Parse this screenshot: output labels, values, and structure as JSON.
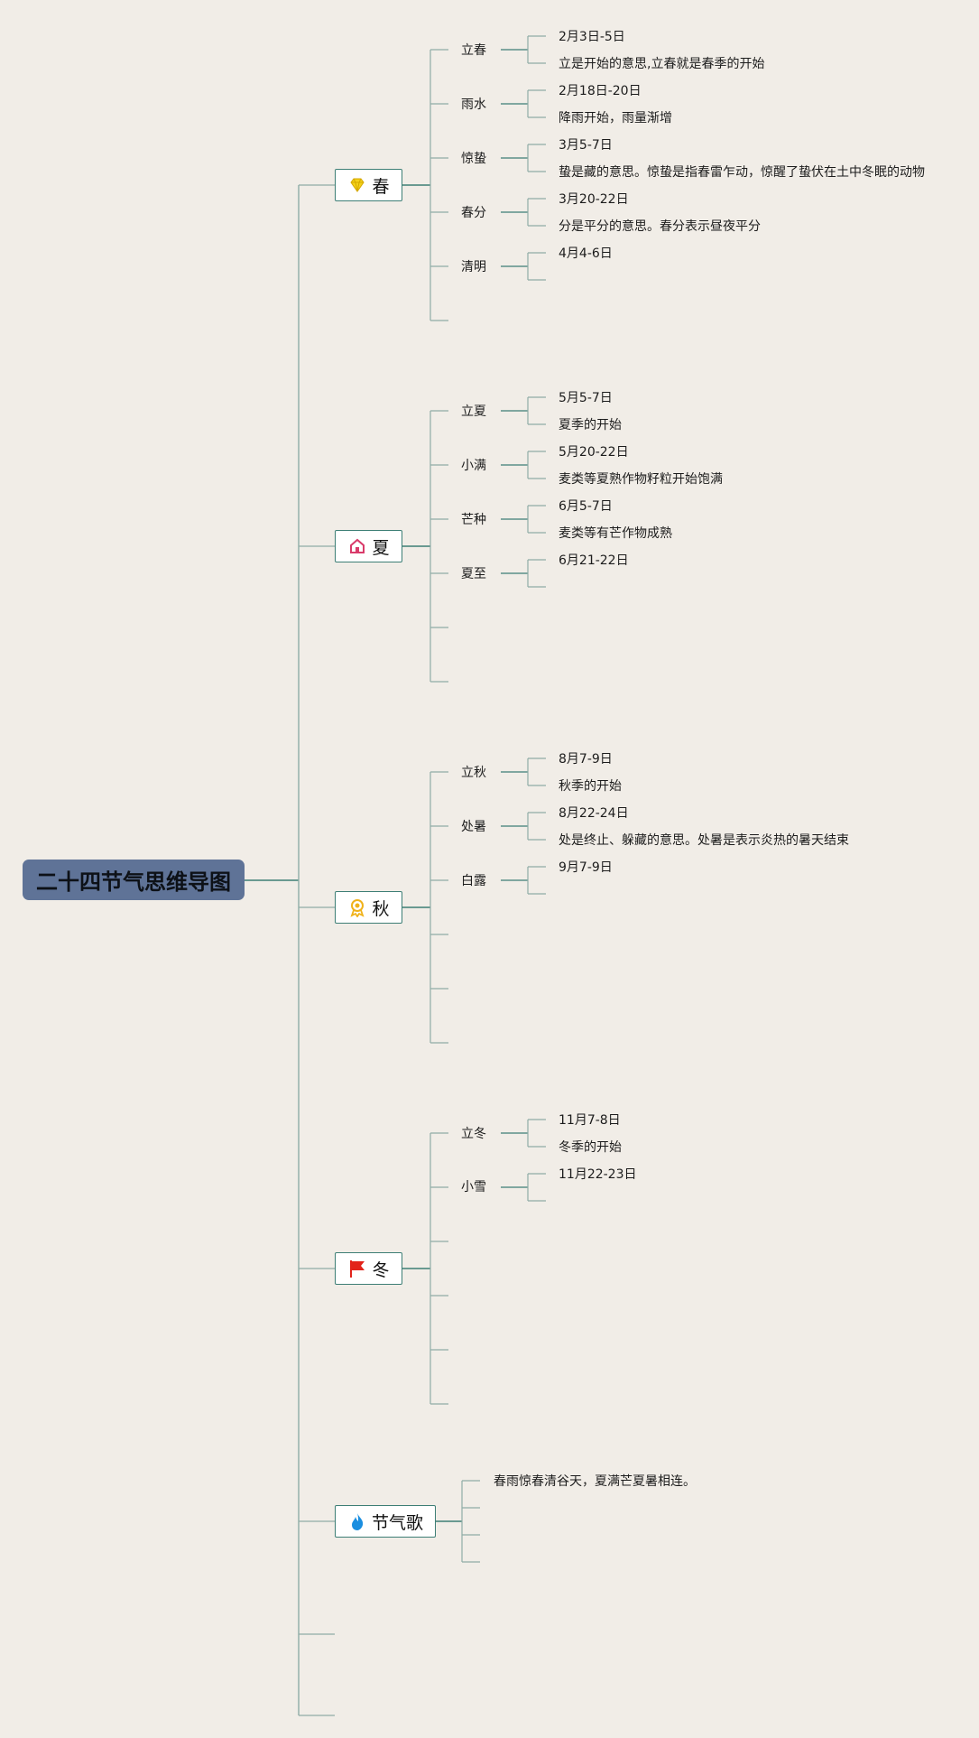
{
  "title": "二十四节气思维导图",
  "colors": {
    "line": "#8fada6",
    "border": "#3d7e75",
    "root_bg": "#5f7397",
    "background": "#f1ede7"
  },
  "seasons": [
    {
      "label": "春",
      "icon": "diamond-icon",
      "terms": [
        {
          "name": "立春",
          "date": "2月3日-5日",
          "desc": "立是开始的意思,立春就是春季的开始"
        },
        {
          "name": "雨水",
          "date": "2月18日-20日",
          "desc": "降雨开始，雨量渐增"
        },
        {
          "name": "惊蛰",
          "date": "3月5-7日",
          "desc": "蛰是藏的意思。惊蛰是指春雷乍动，惊醒了蛰伏在土中冬眠的动物"
        },
        {
          "name": "春分",
          "date": "3月20-22日",
          "desc": "分是平分的意思。春分表示昼夜平分"
        },
        {
          "name": "清明",
          "date": "4月4-6日",
          "desc": ""
        }
      ]
    },
    {
      "label": "夏",
      "icon": "house-icon",
      "terms": [
        {
          "name": "立夏",
          "date": "5月5-7日",
          "desc": "夏季的开始"
        },
        {
          "name": "小满",
          "date": "5月20-22日",
          "desc": "麦类等夏熟作物籽粒开始饱满"
        },
        {
          "name": "芒种",
          "date": "6月5-7日",
          "desc": "麦类等有芒作物成熟"
        },
        {
          "name": "夏至",
          "date": "6月21-22日",
          "desc": ""
        }
      ]
    },
    {
      "label": "秋",
      "icon": "medal-icon",
      "terms": [
        {
          "name": "立秋",
          "date": "8月7-9日",
          "desc": "秋季的开始"
        },
        {
          "name": "处暑",
          "date": "8月22-24日",
          "desc": "处是终止、躲藏的意思。处暑是表示炎热的暑天结束"
        },
        {
          "name": "白露",
          "date": "9月7-9日",
          "desc": ""
        }
      ]
    },
    {
      "label": "冬",
      "icon": "flag-icon",
      "terms": [
        {
          "name": "立冬",
          "date": "11月7-8日",
          "desc": "冬季的开始"
        },
        {
          "name": "小雪",
          "date": "11月22-23日",
          "desc": ""
        }
      ]
    },
    {
      "label": "节气歌",
      "icon": "fire-icon",
      "lines": [
        "春雨惊春清谷天，夏满芒夏暑相连。"
      ]
    }
  ]
}
